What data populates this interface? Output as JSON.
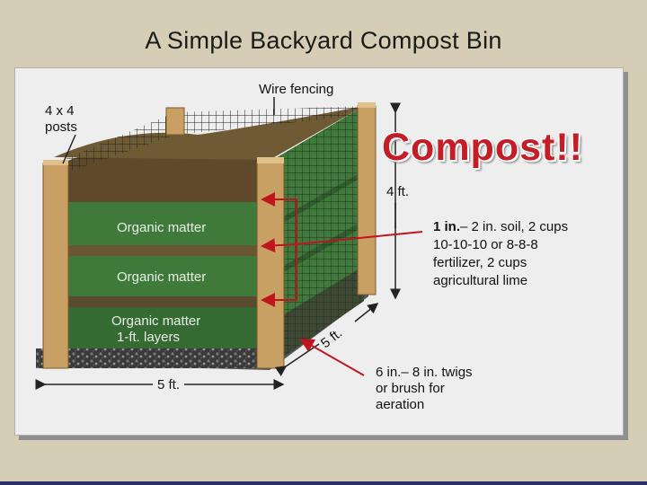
{
  "title": "A Simple Backyard Compost Bin",
  "overlay_title": "Compost!!",
  "labels": {
    "wire_fencing": "Wire fencing",
    "posts_line1": "4 x 4",
    "posts_line2": "posts",
    "height": "4 ft.",
    "width": "5 ft.",
    "depth": "5 ft.",
    "organic1": "Organic matter",
    "organic2": "Organic matter",
    "organic3_line1": "Organic matter",
    "organic3_line2": "1-ft. layers",
    "soil_note_bold": "1 in.",
    "soil_note_rest1": "– 2 in. soil, 2 cups",
    "soil_note_line2": "10-10-10 or 8-8-8",
    "soil_note_line3": "fertilizer, 2 cups",
    "soil_note_line4": "agricultural lime",
    "twigs_line1": "6 in.– 8 in. twigs",
    "twigs_line2": "or brush for",
    "twigs_line3": "aeration"
  },
  "colors": {
    "arrow": "#c0151f",
    "post": "#c9a064",
    "green_layer": "#3f7a3a",
    "brown_layer": "#6b5634"
  }
}
